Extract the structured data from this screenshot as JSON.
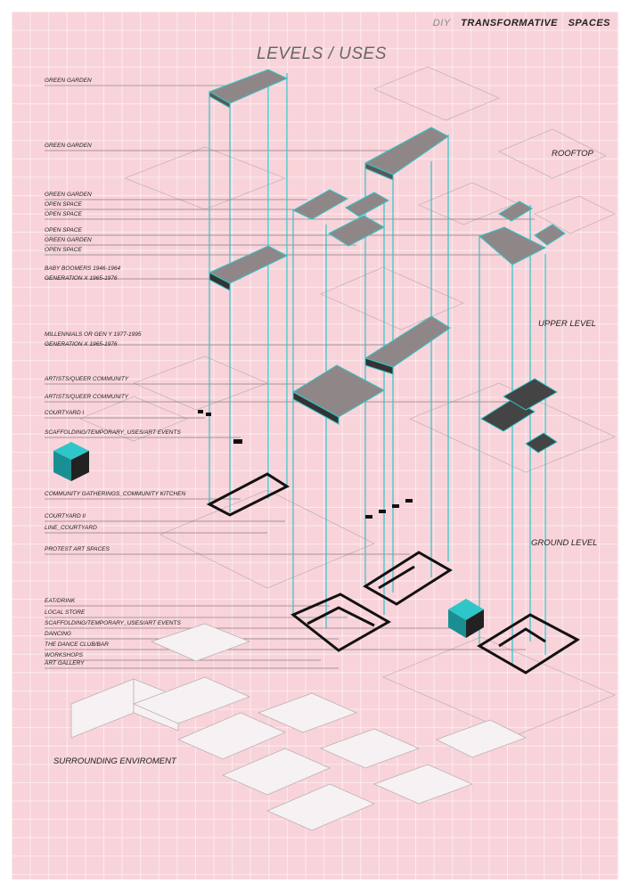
{
  "header": {
    "prefix": "DIY",
    "title_a": "TRANSFORMATIVE",
    "title_b": "SPACES"
  },
  "title": "LEVELS / USES",
  "sections": {
    "rooftop": "ROOFTOP",
    "upper": "UPPER LEVEL",
    "ground": "GROUND LEVEL",
    "surrounding": "SURROUNDING ENVIROMENT"
  },
  "labels": [
    "GREEN GARDEN",
    "GREEN GARDEN",
    "GREEN GARDEN",
    "OPEN SPACE",
    "OPEN SPACE",
    "OPEN SPACE",
    "GREEN GARDEN",
    "OPEN SPACE",
    "BABY BOOMERS 1946-1964",
    "GENERATION X 1965-1976",
    "MILLENNIALS OR GEN Y 1977-1995",
    "GENERATION X 1965-1976",
    "ARTISTS/QUEER COMMUNITY",
    "ARTISTS/QUEER COMMUNITY",
    "COURTYARD I",
    "SCAFFOLDING/TEMPORARY_USES/ART EVENTS",
    "COMMUNITY GATHERINGS_COMMUNITY KITCHEN",
    "COURTYARD II",
    "LINE_COURTYARD",
    "PROTEST ART SPACES",
    "EAT/DRINK",
    "LOCAL STORE",
    "SCAFFOLDING/TEMPORARY_USES/ART EVENTS",
    "DANCING",
    "THE DANCE CLUB/BAR",
    "WORKSHOPS",
    "ART GALLERY"
  ],
  "colors": {
    "background": "#f8d3da",
    "cyan": "#2fc6c9",
    "slab": "#8f8787",
    "ink": "#222222",
    "building": "#f6f1f2"
  },
  "icons": [
    "rooftop-slab",
    "upper-slab",
    "ground-floorplan",
    "scaffolding-cube",
    "surrounding-building"
  ]
}
